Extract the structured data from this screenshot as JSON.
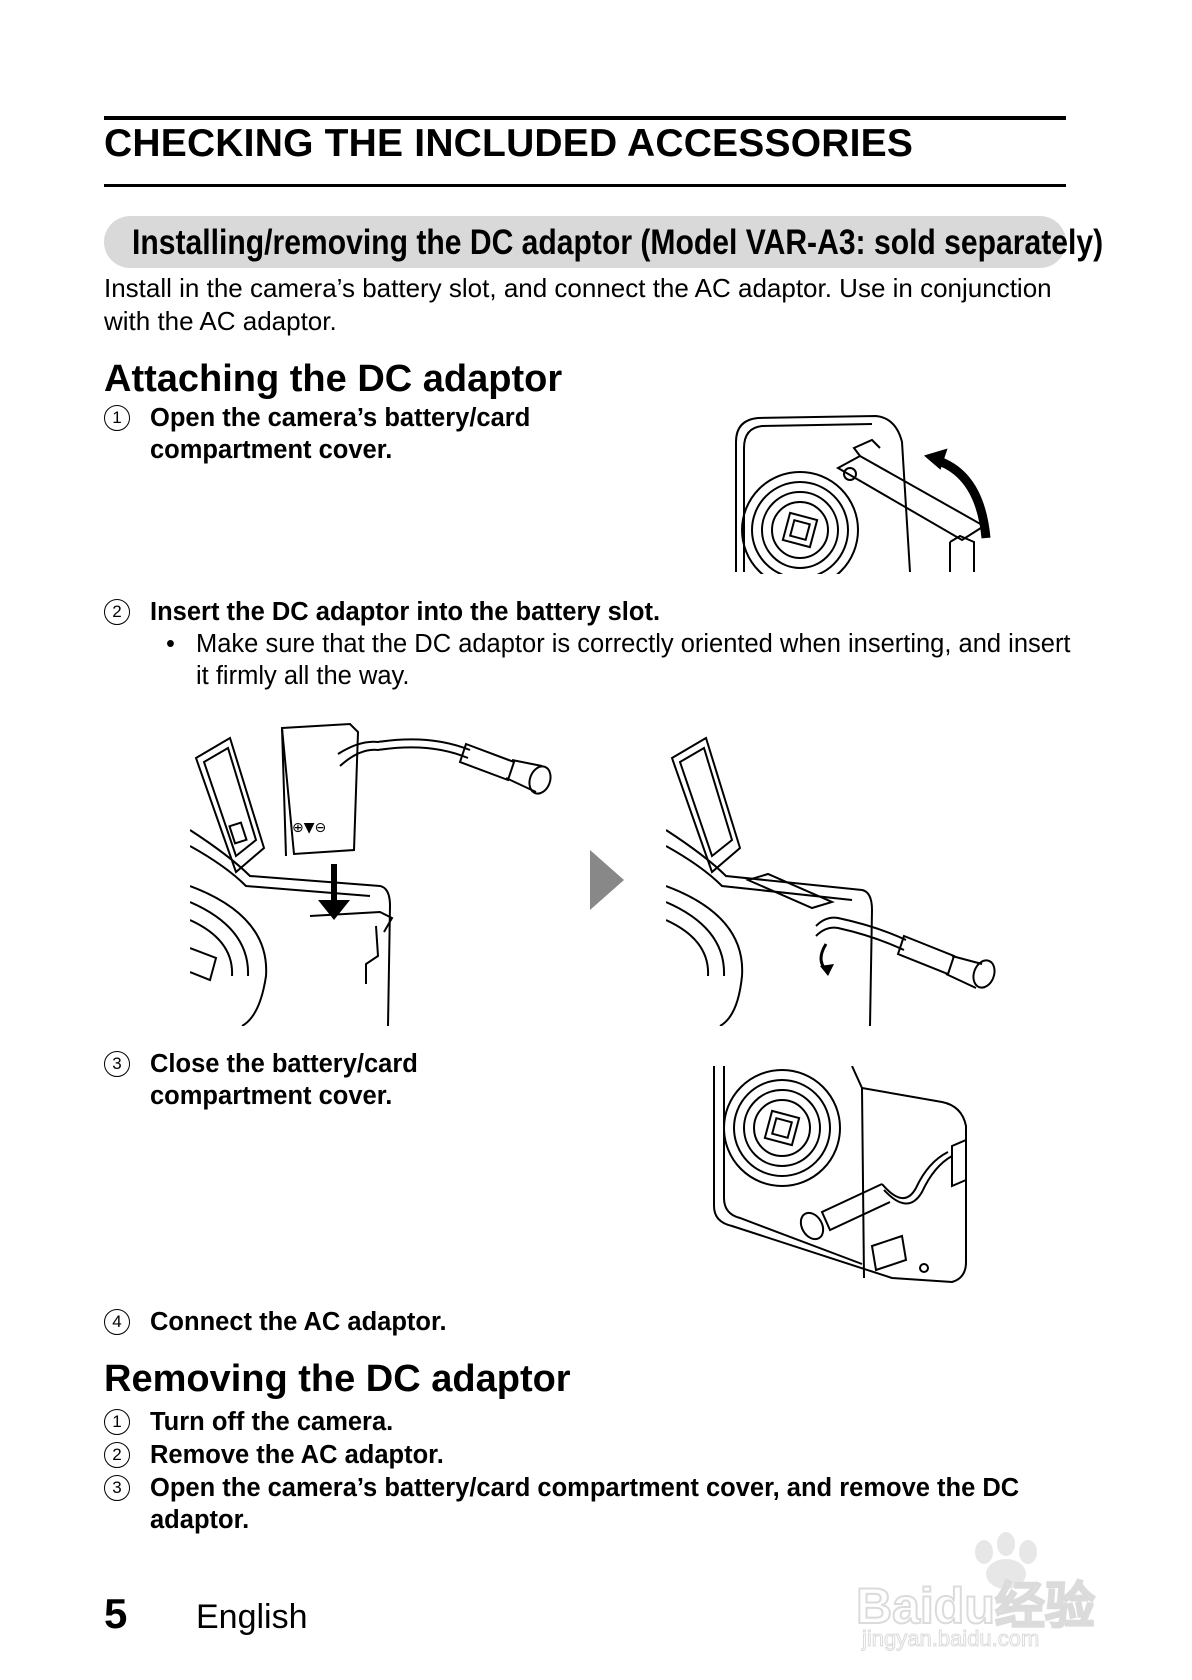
{
  "page": {
    "title": "CHECKING THE INCLUDED ACCESSORIES",
    "section_pill": "Installing/removing the DC adaptor (Model VAR-A3: sold separately)",
    "intro": "Install in the camera’s battery slot, and connect the AC adaptor. Use in conjunction with the AC adaptor.",
    "attach": {
      "heading": "Attaching the DC adaptor",
      "steps": [
        {
          "num": "1",
          "text": "Open the camera’s battery/card compartment cover."
        },
        {
          "num": "2",
          "text": "Insert the DC adaptor into the battery slot."
        },
        {
          "num": "3",
          "text": "Close the battery/card compartment cover."
        },
        {
          "num": "4",
          "text": "Connect the AC adaptor."
        }
      ],
      "step2_bullet": "Make sure that the DC adaptor is correctly oriented when inserting, and insert it firmly all the way."
    },
    "remove": {
      "heading": "Removing the DC adaptor",
      "steps": [
        {
          "num": "1",
          "text": "Turn off the camera."
        },
        {
          "num": "2",
          "text": "Remove the AC adaptor."
        },
        {
          "num": "3",
          "text": "Open the camera’s battery/card compartment cover, and remove the DC adaptor."
        }
      ]
    },
    "footer": {
      "page_number": "5",
      "language": "English"
    },
    "watermark": {
      "main": "Baidu经验",
      "url": "jingyan.baidu.com"
    }
  }
}
